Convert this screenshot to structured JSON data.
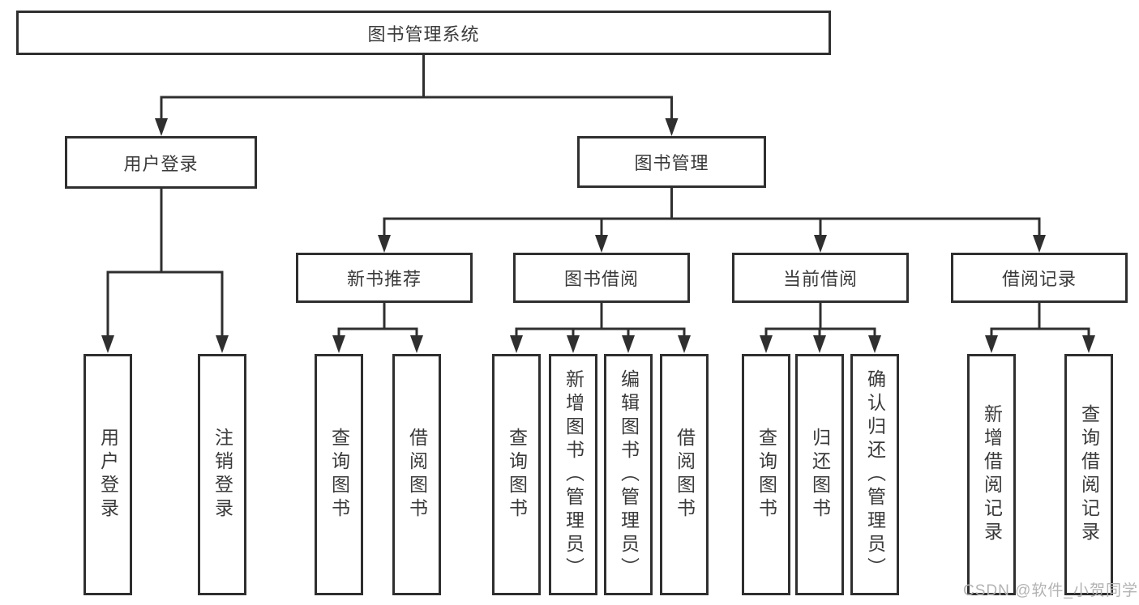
{
  "tree": {
    "label": "图书管理系统",
    "children": [
      {
        "label": "用户登录",
        "children": [
          {
            "label": "用户登录"
          },
          {
            "label": "注销登录"
          }
        ]
      },
      {
        "label": "图书管理",
        "children": [
          {
            "label": "新书推荐",
            "children": [
              {
                "label": "查询图书"
              },
              {
                "label": "借阅图书"
              }
            ]
          },
          {
            "label": "图书借阅",
            "children": [
              {
                "label": "查询图书"
              },
              {
                "label": "新增图书（管理员）"
              },
              {
                "label": "编辑图书（管理员）"
              },
              {
                "label": "借阅图书"
              }
            ]
          },
          {
            "label": "当前借阅",
            "children": [
              {
                "label": "查询图书"
              },
              {
                "label": "归还图书"
              },
              {
                "label": "确认归还（管理员）"
              }
            ]
          },
          {
            "label": "借阅记录",
            "children": [
              {
                "label": "新增借阅记录"
              },
              {
                "label": "查询借阅记录"
              }
            ]
          }
        ]
      }
    ]
  },
  "watermark": "CSDN @软件_小贺同学",
  "colors": {
    "line": "#2f2f2f",
    "text": "#3a3a3a",
    "watermark": "#b3b3b3",
    "background": "#ffffff"
  }
}
